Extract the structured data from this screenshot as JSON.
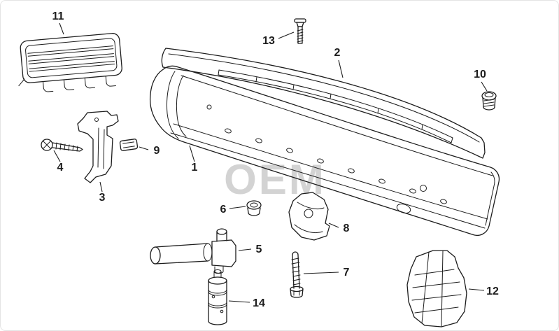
{
  "diagram": {
    "watermark": "OEM",
    "callouts": {
      "c1": "1",
      "c2": "2",
      "c3": "3",
      "c4": "4",
      "c5": "5",
      "c6": "6",
      "c7": "7",
      "c8": "8",
      "c9": "9",
      "c10": "10",
      "c11": "11",
      "c12": "12",
      "c13": "13",
      "c14": "14"
    }
  },
  "colors": {
    "line": "#1c1c1c",
    "watermark": "#c9c9c9",
    "background": "#ffffff"
  }
}
